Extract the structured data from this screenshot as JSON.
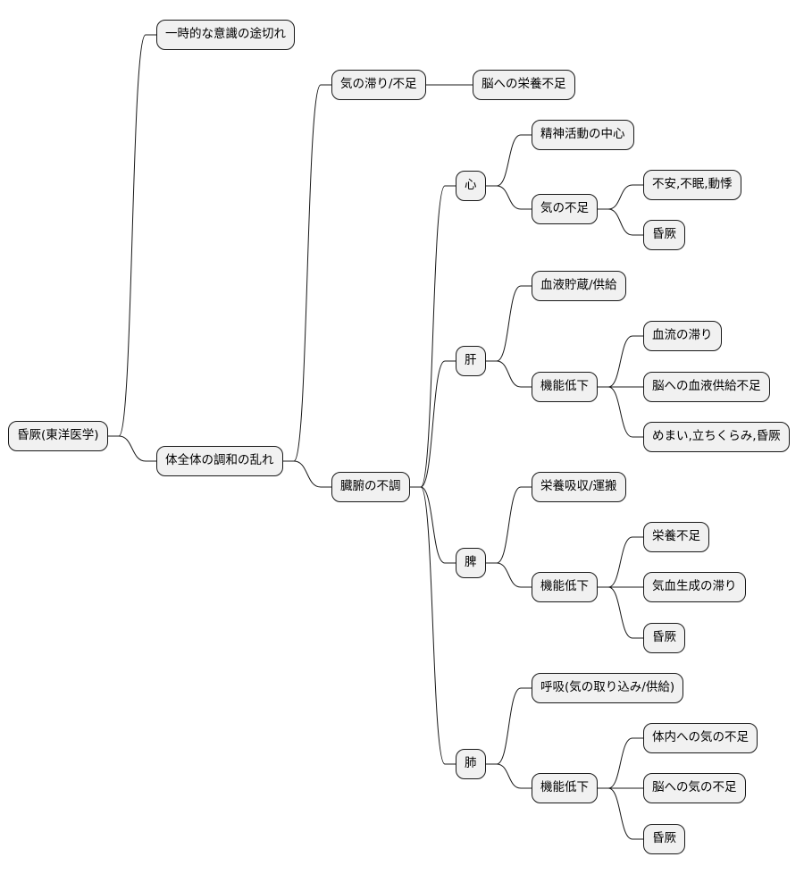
{
  "diagram": {
    "nodes": [
      {
        "id": "root",
        "label": "昏厥(東洋医学)"
      },
      {
        "id": "n1",
        "label": "一時的な意識の途切れ"
      },
      {
        "id": "n2",
        "label": "体全体の調和の乱れ"
      },
      {
        "id": "n2a",
        "label": "気の滞り/不足"
      },
      {
        "id": "n2a1",
        "label": "脳への栄養不足"
      },
      {
        "id": "n2b",
        "label": "臓腑の不調"
      },
      {
        "id": "heart",
        "label": "心"
      },
      {
        "id": "heart1",
        "label": "精神活動の中心"
      },
      {
        "id": "heart2",
        "label": "気の不足"
      },
      {
        "id": "heart2a",
        "label": "不安,不眠,動悸"
      },
      {
        "id": "heart2b",
        "label": "昏厥"
      },
      {
        "id": "liver",
        "label": "肝"
      },
      {
        "id": "liver1",
        "label": "血液貯蔵/供給"
      },
      {
        "id": "liver2",
        "label": "機能低下"
      },
      {
        "id": "liver2a",
        "label": "血流の滞り"
      },
      {
        "id": "liver2b",
        "label": "脳への血液供給不足"
      },
      {
        "id": "liver2c",
        "label": "めまい,立ちくらみ,昏厥"
      },
      {
        "id": "spleen",
        "label": "脾"
      },
      {
        "id": "spleen1",
        "label": "栄養吸収/運搬"
      },
      {
        "id": "spleen2",
        "label": "機能低下"
      },
      {
        "id": "spleen2a",
        "label": "栄養不足"
      },
      {
        "id": "spleen2b",
        "label": "気血生成の滞り"
      },
      {
        "id": "spleen2c",
        "label": "昏厥"
      },
      {
        "id": "lung",
        "label": "肺"
      },
      {
        "id": "lung1",
        "label": "呼吸(気の取り込み/供給)"
      },
      {
        "id": "lung2",
        "label": "機能低下"
      },
      {
        "id": "lung2a",
        "label": "体内への気の不足"
      },
      {
        "id": "lung2b",
        "label": "脳への気の不足"
      },
      {
        "id": "lung2c",
        "label": "昏厥"
      }
    ],
    "edges": [
      [
        "root",
        "n1"
      ],
      [
        "root",
        "n2"
      ],
      [
        "n2",
        "n2a"
      ],
      [
        "n2",
        "n2b"
      ],
      [
        "n2a",
        "n2a1"
      ],
      [
        "n2b",
        "heart"
      ],
      [
        "n2b",
        "liver"
      ],
      [
        "n2b",
        "spleen"
      ],
      [
        "n2b",
        "lung"
      ],
      [
        "heart",
        "heart1"
      ],
      [
        "heart",
        "heart2"
      ],
      [
        "heart2",
        "heart2a"
      ],
      [
        "heart2",
        "heart2b"
      ],
      [
        "liver",
        "liver1"
      ],
      [
        "liver",
        "liver2"
      ],
      [
        "liver2",
        "liver2a"
      ],
      [
        "liver2",
        "liver2b"
      ],
      [
        "liver2",
        "liver2c"
      ],
      [
        "spleen",
        "spleen1"
      ],
      [
        "spleen",
        "spleen2"
      ],
      [
        "spleen2",
        "spleen2a"
      ],
      [
        "spleen2",
        "spleen2b"
      ],
      [
        "spleen2",
        "spleen2c"
      ],
      [
        "lung",
        "lung1"
      ],
      [
        "lung",
        "lung2"
      ],
      [
        "lung2",
        "lung2a"
      ],
      [
        "lung2",
        "lung2b"
      ],
      [
        "lung2",
        "lung2c"
      ]
    ]
  }
}
